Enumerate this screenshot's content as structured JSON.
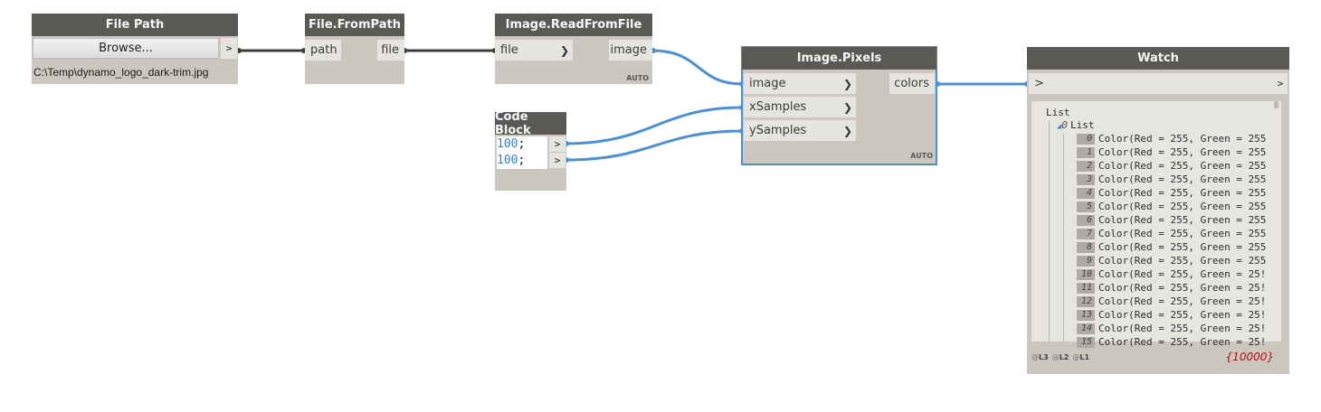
{
  "colors": {
    "wire_dark": "#3b3b3b",
    "wire_blue": "#4a90d6",
    "header_bg": "#5b5955",
    "node_bg": "#cbc6be",
    "accent_selected": "#4f8fd4",
    "count_text": "#b01010"
  },
  "nodes": {
    "file_path": {
      "title": "File Path",
      "browse_label": "Browse...",
      "output_chev": ">",
      "path_value": "C:\\Temp\\dynamo_logo_dark-trim.jpg"
    },
    "file_from_path": {
      "title": "File.FromPath",
      "input": "path",
      "output": "file"
    },
    "image_read": {
      "title": "Image.ReadFromFile",
      "input": "file",
      "input_chev": "❯",
      "output": "image",
      "lacing": "AUTO"
    },
    "code_block": {
      "title": "Code Block",
      "lines": [
        {
          "value": "100",
          "suffix": ";",
          "chev": ">"
        },
        {
          "value": "100",
          "suffix": ";",
          "chev": ">"
        }
      ]
    },
    "image_pixels": {
      "title": "Image.Pixels",
      "inputs": [
        {
          "label": "image",
          "chev": "❯"
        },
        {
          "label": "xSamples",
          "chev": "❯"
        },
        {
          "label": "ySamples",
          "chev": "❯"
        }
      ],
      "output": "colors",
      "lacing": "AUTO"
    },
    "watch": {
      "title": "Watch",
      "input_chev": ">",
      "output_chev": ">",
      "root_label": "List",
      "sub_index": "0",
      "sub_label": "List",
      "items": [
        {
          "index": "0",
          "text": "Color(Red = 255, Green = 255"
        },
        {
          "index": "1",
          "text": "Color(Red = 255, Green = 255"
        },
        {
          "index": "2",
          "text": "Color(Red = 255, Green = 255"
        },
        {
          "index": "3",
          "text": "Color(Red = 255, Green = 255"
        },
        {
          "index": "4",
          "text": "Color(Red = 255, Green = 255"
        },
        {
          "index": "5",
          "text": "Color(Red = 255, Green = 255"
        },
        {
          "index": "6",
          "text": "Color(Red = 255, Green = 255"
        },
        {
          "index": "7",
          "text": "Color(Red = 255, Green = 255"
        },
        {
          "index": "8",
          "text": "Color(Red = 255, Green = 255"
        },
        {
          "index": "9",
          "text": "Color(Red = 255, Green = 255"
        },
        {
          "index": "10",
          "text": "Color(Red = 255, Green = 25!"
        },
        {
          "index": "11",
          "text": "Color(Red = 255, Green = 25!"
        },
        {
          "index": "12",
          "text": "Color(Red = 255, Green = 25!"
        },
        {
          "index": "13",
          "text": "Color(Red = 255, Green = 25!"
        },
        {
          "index": "14",
          "text": "Color(Red = 255, Green = 25!"
        },
        {
          "index": "15",
          "text": "Color(Red = 255, Green = 25!"
        }
      ],
      "levels": [
        "L3",
        "L2",
        "L1"
      ],
      "count": "{10000}"
    }
  }
}
